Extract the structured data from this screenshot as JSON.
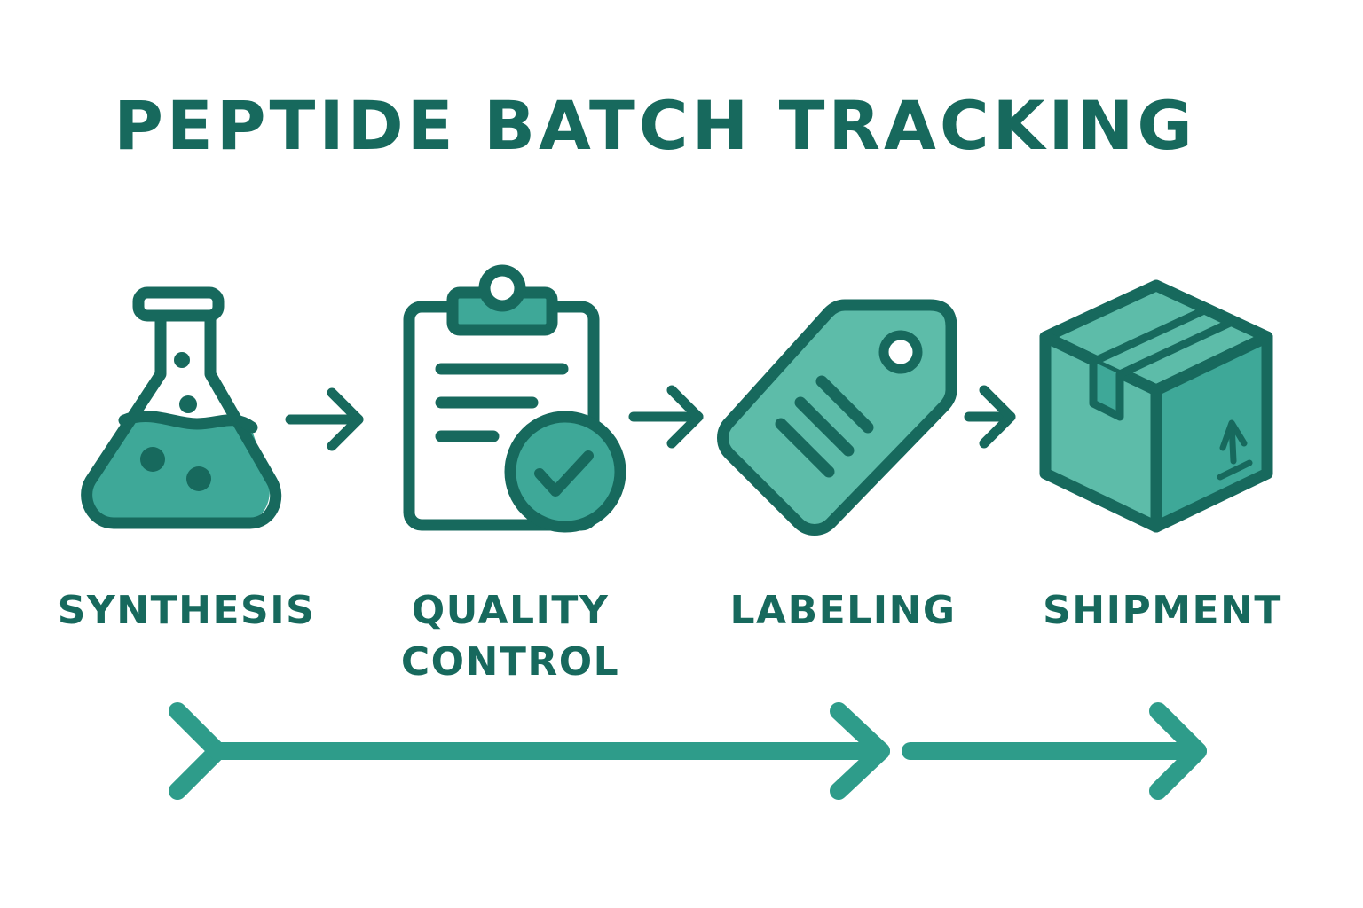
{
  "title": "PEPTIDE BATCH TRACKING",
  "colors": {
    "dark_teal": "#17695d",
    "teal_fill": "#3ea898",
    "light_teal_fill": "#5dbca9",
    "arrow_teal": "#2e9c8a",
    "background": "#ffffff"
  },
  "stages": [
    {
      "label": "SYNTHESIS",
      "icon": "flask-icon"
    },
    {
      "label": "QUALITY\nCONTROL",
      "icon": "clipboard-check-icon"
    },
    {
      "label": "LABELING",
      "icon": "tag-icon"
    },
    {
      "label": "SHIPMENT",
      "icon": "box-icon"
    }
  ]
}
